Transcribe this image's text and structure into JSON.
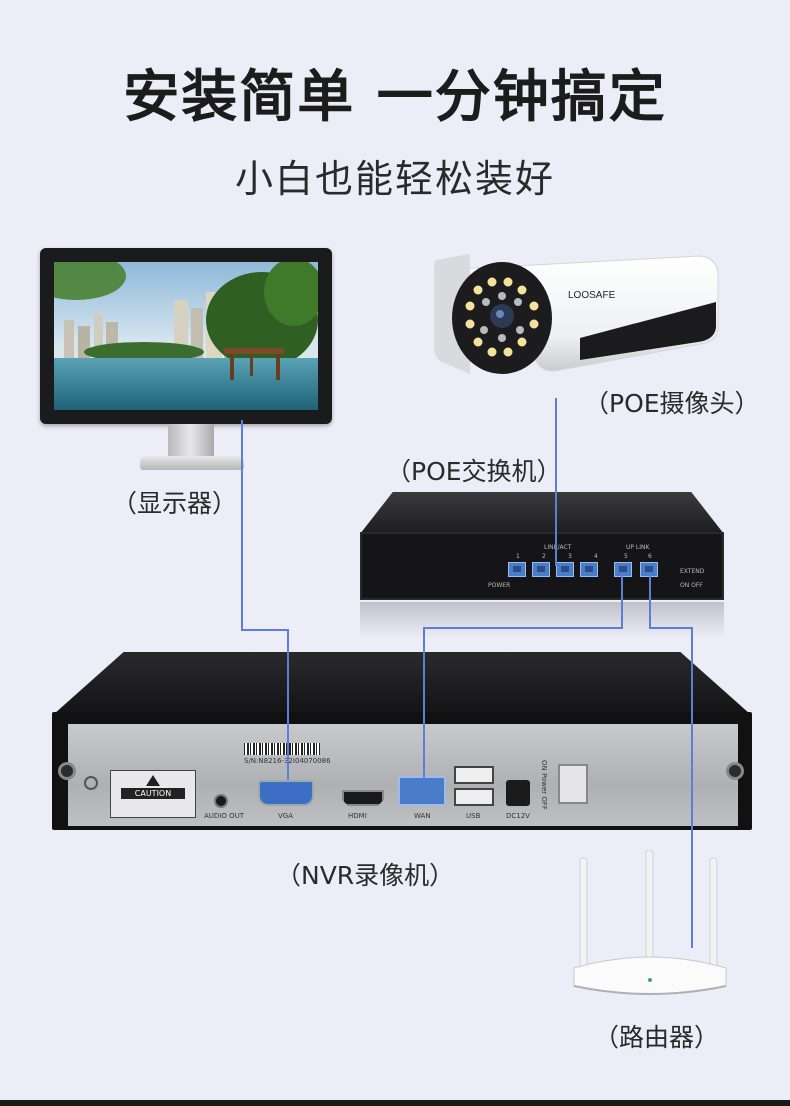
{
  "header": {
    "title": "安装简单 一分钟搞定",
    "subtitle": "小白也能轻松装好"
  },
  "devices": {
    "monitor_caption": "（显示器）",
    "camera_caption": "（POE摄像头）",
    "switch_caption": "（POE交换机）",
    "nvr_caption": "（NVR录像机）",
    "router_caption": "（路由器）"
  },
  "camera": {
    "brand": "LOOSAFE"
  },
  "switch_labels": {
    "lan_act": "LINK/ACT",
    "up_link": "UP LINK",
    "extend": "EXTEND",
    "on_off": "ON  OFF",
    "power": "POWER",
    "ports": [
      "1",
      "2",
      "3",
      "4",
      "5",
      "6"
    ]
  },
  "nvr_labels": {
    "caution": "CAUTION",
    "serial": "S/N:N8216-32I04070086",
    "audio_out": "AUDIO OUT",
    "vga": "VGA",
    "hdmi": "HDMI",
    "wan": "WAN",
    "usb": "USB",
    "dc12v": "DC12V",
    "power": "ON  Power  OFF"
  },
  "colors": {
    "background": "#ecedf7",
    "cable": "#5b7fd6",
    "port_blue": "#4a7dc9"
  }
}
